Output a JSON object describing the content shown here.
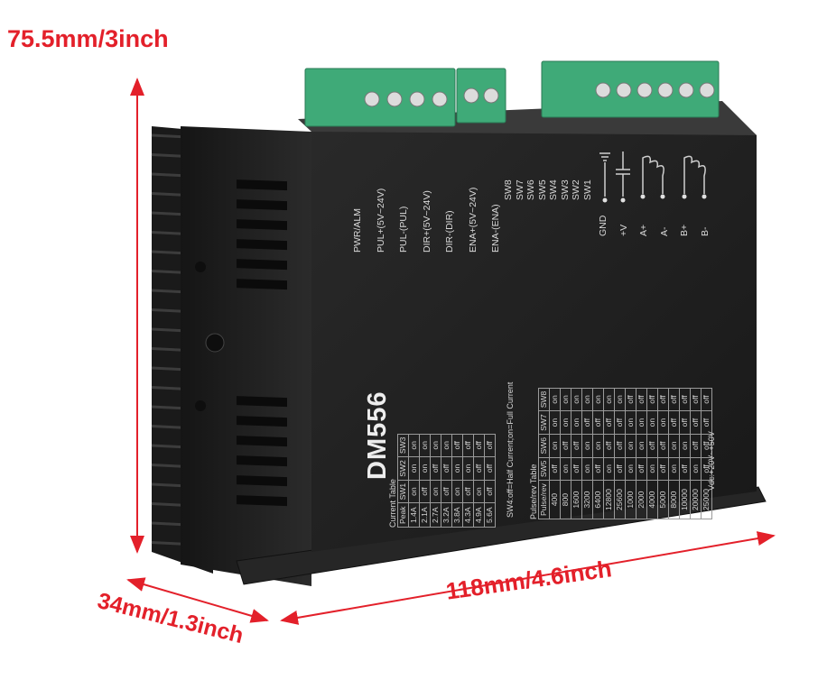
{
  "dimensions": {
    "height": "75.5mm/3inch",
    "depth": "34mm/1.3inch",
    "width": "118mm/4.6inch"
  },
  "colors": {
    "dimension_red": "#e3202a",
    "body_black": "#1f1f1f",
    "terminal_green": "#3faa78",
    "print_white": "#d8d8d8"
  },
  "device": {
    "model": "DM556",
    "signal_terminals": [
      "PWR/ALM",
      "PUL+(5V~24V)",
      "PUL-(PUL)",
      "DIR+(5V~24V)",
      "DIR-(DIR)",
      "ENA+(5V~24V)",
      "ENA-(ENA)"
    ],
    "switch_labels": [
      "SW8",
      "SW7",
      "SW6",
      "SW5",
      "SW4",
      "SW3",
      "SW2",
      "SW1"
    ],
    "power_terminals": [
      "GND",
      "+V",
      "A+",
      "A-",
      "B+",
      "B-"
    ],
    "current_table": {
      "title": "Current Table",
      "headers": [
        "Peak",
        "SW1",
        "SW2",
        "SW3"
      ],
      "rows": [
        [
          "1.4A",
          "on",
          "on",
          "on"
        ],
        [
          "2.1A",
          "off",
          "on",
          "on"
        ],
        [
          "2.7A",
          "on",
          "off",
          "on"
        ],
        [
          "3.2A",
          "off",
          "off",
          "on"
        ],
        [
          "3.8A",
          "on",
          "on",
          "off"
        ],
        [
          "4.3A",
          "off",
          "on",
          "off"
        ],
        [
          "4.9A",
          "on",
          "off",
          "off"
        ],
        [
          "5.6A",
          "off",
          "off",
          "off"
        ]
      ]
    },
    "sw4_note": "SW4:off=Half Current;on=Full Current",
    "pulse_table": {
      "title": "Pulse/rev Table",
      "headers": [
        "Pulse/rev",
        "SW5",
        "SW6",
        "SW7",
        "SW8"
      ],
      "rows": [
        [
          "400",
          "off",
          "on",
          "on",
          "on"
        ],
        [
          "800",
          "on",
          "off",
          "on",
          "on"
        ],
        [
          "1600",
          "off",
          "off",
          "on",
          "on"
        ],
        [
          "3200",
          "on",
          "on",
          "off",
          "on"
        ],
        [
          "6400",
          "off",
          "on",
          "off",
          "on"
        ],
        [
          "12800",
          "on",
          "off",
          "off",
          "on"
        ],
        [
          "25600",
          "off",
          "off",
          "off",
          "on"
        ],
        [
          "1000",
          "on",
          "on",
          "on",
          "off"
        ],
        [
          "2000",
          "off",
          "on",
          "on",
          "off"
        ],
        [
          "4000",
          "on",
          "off",
          "on",
          "off"
        ],
        [
          "5000",
          "off",
          "off",
          "on",
          "off"
        ],
        [
          "8000",
          "on",
          "on",
          "off",
          "off"
        ],
        [
          "10000",
          "off",
          "on",
          "off",
          "off"
        ],
        [
          "20000",
          "on",
          "off",
          "off",
          "off"
        ],
        [
          "25000",
          "off",
          "off",
          "off",
          "off"
        ]
      ]
    },
    "vdc_note": "Vdc:+20V~+50V"
  }
}
